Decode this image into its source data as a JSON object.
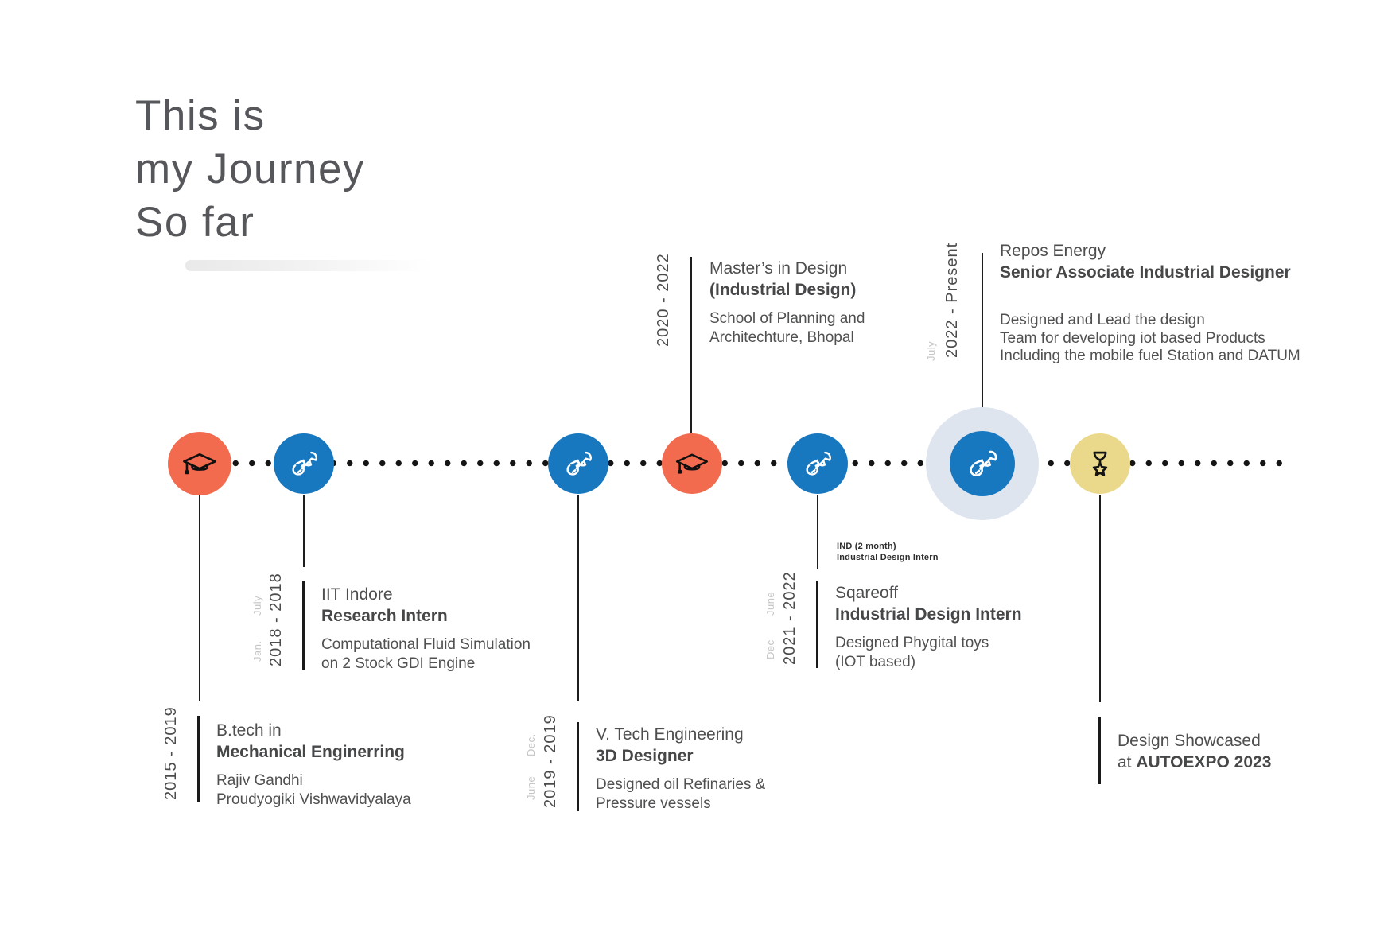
{
  "title": {
    "lines": [
      "This is",
      "my Journey",
      "So far"
    ]
  },
  "colors": {
    "orange": "#F26B4E",
    "blue": "#1878BF",
    "halo": "#DEE5EF",
    "yellow": "#EBD98B",
    "text_dark": "#4D4E50",
    "month_gray": "#C6C6C6",
    "dot_black": "#151515"
  },
  "timeline": {
    "nodes": [
      {
        "icon": "graduation-cap-icon",
        "color": "#F26B4E"
      },
      {
        "icon": "wrench-icon",
        "color": "#1878BF"
      },
      {
        "icon": "wrench-icon",
        "color": "#1878BF"
      },
      {
        "icon": "graduation-cap-icon",
        "color": "#F26B4E"
      },
      {
        "icon": "wrench-icon",
        "color": "#1878BF"
      },
      {
        "icon": "wrench-icon",
        "color": "#1878BF",
        "highlight": true
      },
      {
        "icon": "award-icon",
        "color": "#EBD98B"
      }
    ]
  },
  "entries": {
    "btech": {
      "years": "2015 - 2019",
      "org": "B.tech in",
      "role": "Mechanical Enginerring",
      "desc": [
        "Rajiv Gandhi",
        "Proudyogiki Vishwavidyalaya"
      ]
    },
    "iit": {
      "years": "2018 - 2018",
      "start_month": "Jan.",
      "end_month": "July",
      "org": "IIT Indore",
      "role": "Research Intern",
      "desc": [
        "Computational Fluid Simulation",
        "on 2 Stock GDI Engine"
      ]
    },
    "vtech": {
      "years": "2019 - 2019",
      "start_month": "June",
      "end_month": "Dec.",
      "org": "V. Tech Engineering",
      "role": "3D Designer",
      "desc": [
        "Designed oil Refinaries &",
        "Pressure vessels"
      ]
    },
    "masters": {
      "years": "2020 - 2022",
      "org": "Master’s in Design",
      "role": "(Industrial Design)",
      "desc": [
        "School of Planning and",
        "Architechture, Bhopal"
      ]
    },
    "sqareoff": {
      "years": "2021 - 2022",
      "start_month": "Dec",
      "end_month": "June",
      "org": "Sqareoff",
      "role": "Industrial Design Intern",
      "desc": [
        "Designed Phygital toys",
        "(IOT based)"
      ],
      "note": [
        "IND (2 month)",
        "Industrial Design Intern"
      ]
    },
    "repos": {
      "years": "2022 - Present",
      "start_month": "July",
      "org": "Repos Energy",
      "role": "Senior Associate Industrial Designer",
      "desc": [
        "Designed and Lead the design",
        "Team for developing iot based Products",
        "Including the mobile fuel Station and DATUM"
      ]
    },
    "autoexpo": {
      "line1": "Design Showcased",
      "line2_prefix": "at ",
      "line2_bold": "AUTOEXPO 2023"
    }
  }
}
